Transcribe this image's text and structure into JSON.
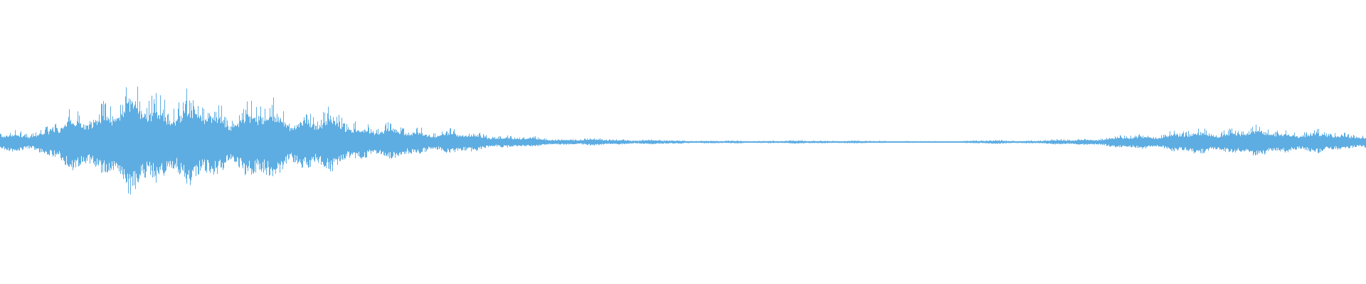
{
  "waveform": {
    "color": "#5dade2",
    "background": "#ffffff",
    "envelope": [
      0.05,
      0.08,
      0.2,
      0.3,
      0.28,
      0.22,
      0.22,
      0.2,
      0.15,
      0.1,
      0.08,
      0.06,
      0.035,
      0.02,
      0.02,
      0.015,
      0.01,
      0.008,
      0.008,
      0.01,
      0.008,
      0.006,
      0.005,
      0.01,
      0.01,
      0.015,
      0.03,
      0.05,
      0.07,
      0.08,
      0.08,
      0.06,
      0.05
    ]
  }
}
